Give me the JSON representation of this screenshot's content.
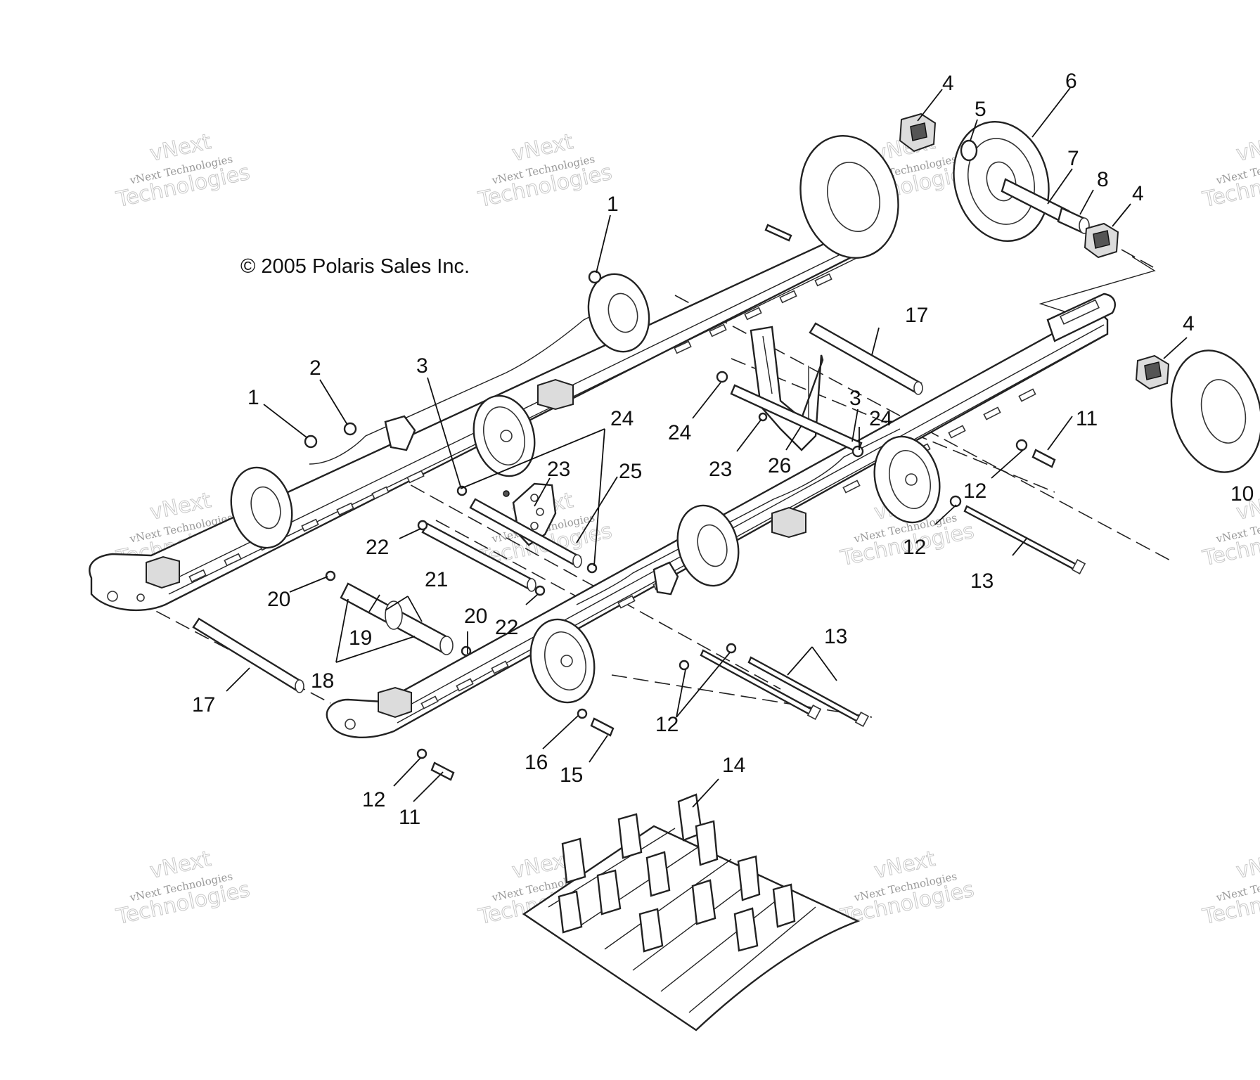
{
  "copyright": "© 2005 Polaris Sales Inc.",
  "watermark": {
    "line1": "vNext Technologies",
    "line2": "vNext",
    "line3": "Technologies"
  },
  "callouts": [
    {
      "id": "c1a",
      "text": "1"
    },
    {
      "id": "c1b",
      "text": "1"
    },
    {
      "id": "c2",
      "text": "2"
    },
    {
      "id": "c3a",
      "text": "3"
    },
    {
      "id": "c3b",
      "text": "3"
    },
    {
      "id": "c4a",
      "text": "4"
    },
    {
      "id": "c4b",
      "text": "4"
    },
    {
      "id": "c4c",
      "text": "4"
    },
    {
      "id": "c5",
      "text": "5"
    },
    {
      "id": "c6",
      "text": "6"
    },
    {
      "id": "c7",
      "text": "7"
    },
    {
      "id": "c8",
      "text": "8"
    },
    {
      "id": "c10",
      "text": "10"
    },
    {
      "id": "c11a",
      "text": "11"
    },
    {
      "id": "c11b",
      "text": "11"
    },
    {
      "id": "c12a",
      "text": "12"
    },
    {
      "id": "c12b",
      "text": "12"
    },
    {
      "id": "c12c",
      "text": "12"
    },
    {
      "id": "c12d",
      "text": "12"
    },
    {
      "id": "c13a",
      "text": "13"
    },
    {
      "id": "c13b",
      "text": "13"
    },
    {
      "id": "c14",
      "text": "14"
    },
    {
      "id": "c15",
      "text": "15"
    },
    {
      "id": "c16",
      "text": "16"
    },
    {
      "id": "c17a",
      "text": "17"
    },
    {
      "id": "c17b",
      "text": "17"
    },
    {
      "id": "c18",
      "text": "18"
    },
    {
      "id": "c19",
      "text": "19"
    },
    {
      "id": "c20a",
      "text": "20"
    },
    {
      "id": "c20b",
      "text": "20"
    },
    {
      "id": "c21",
      "text": "21"
    },
    {
      "id": "c22a",
      "text": "22"
    },
    {
      "id": "c22b",
      "text": "22"
    },
    {
      "id": "c23a",
      "text": "23"
    },
    {
      "id": "c23b",
      "text": "23"
    },
    {
      "id": "c24a",
      "text": "24"
    },
    {
      "id": "c24b",
      "text": "24"
    },
    {
      "id": "c24c",
      "text": "24"
    },
    {
      "id": "c25",
      "text": "25"
    },
    {
      "id": "c26",
      "text": "26"
    }
  ]
}
